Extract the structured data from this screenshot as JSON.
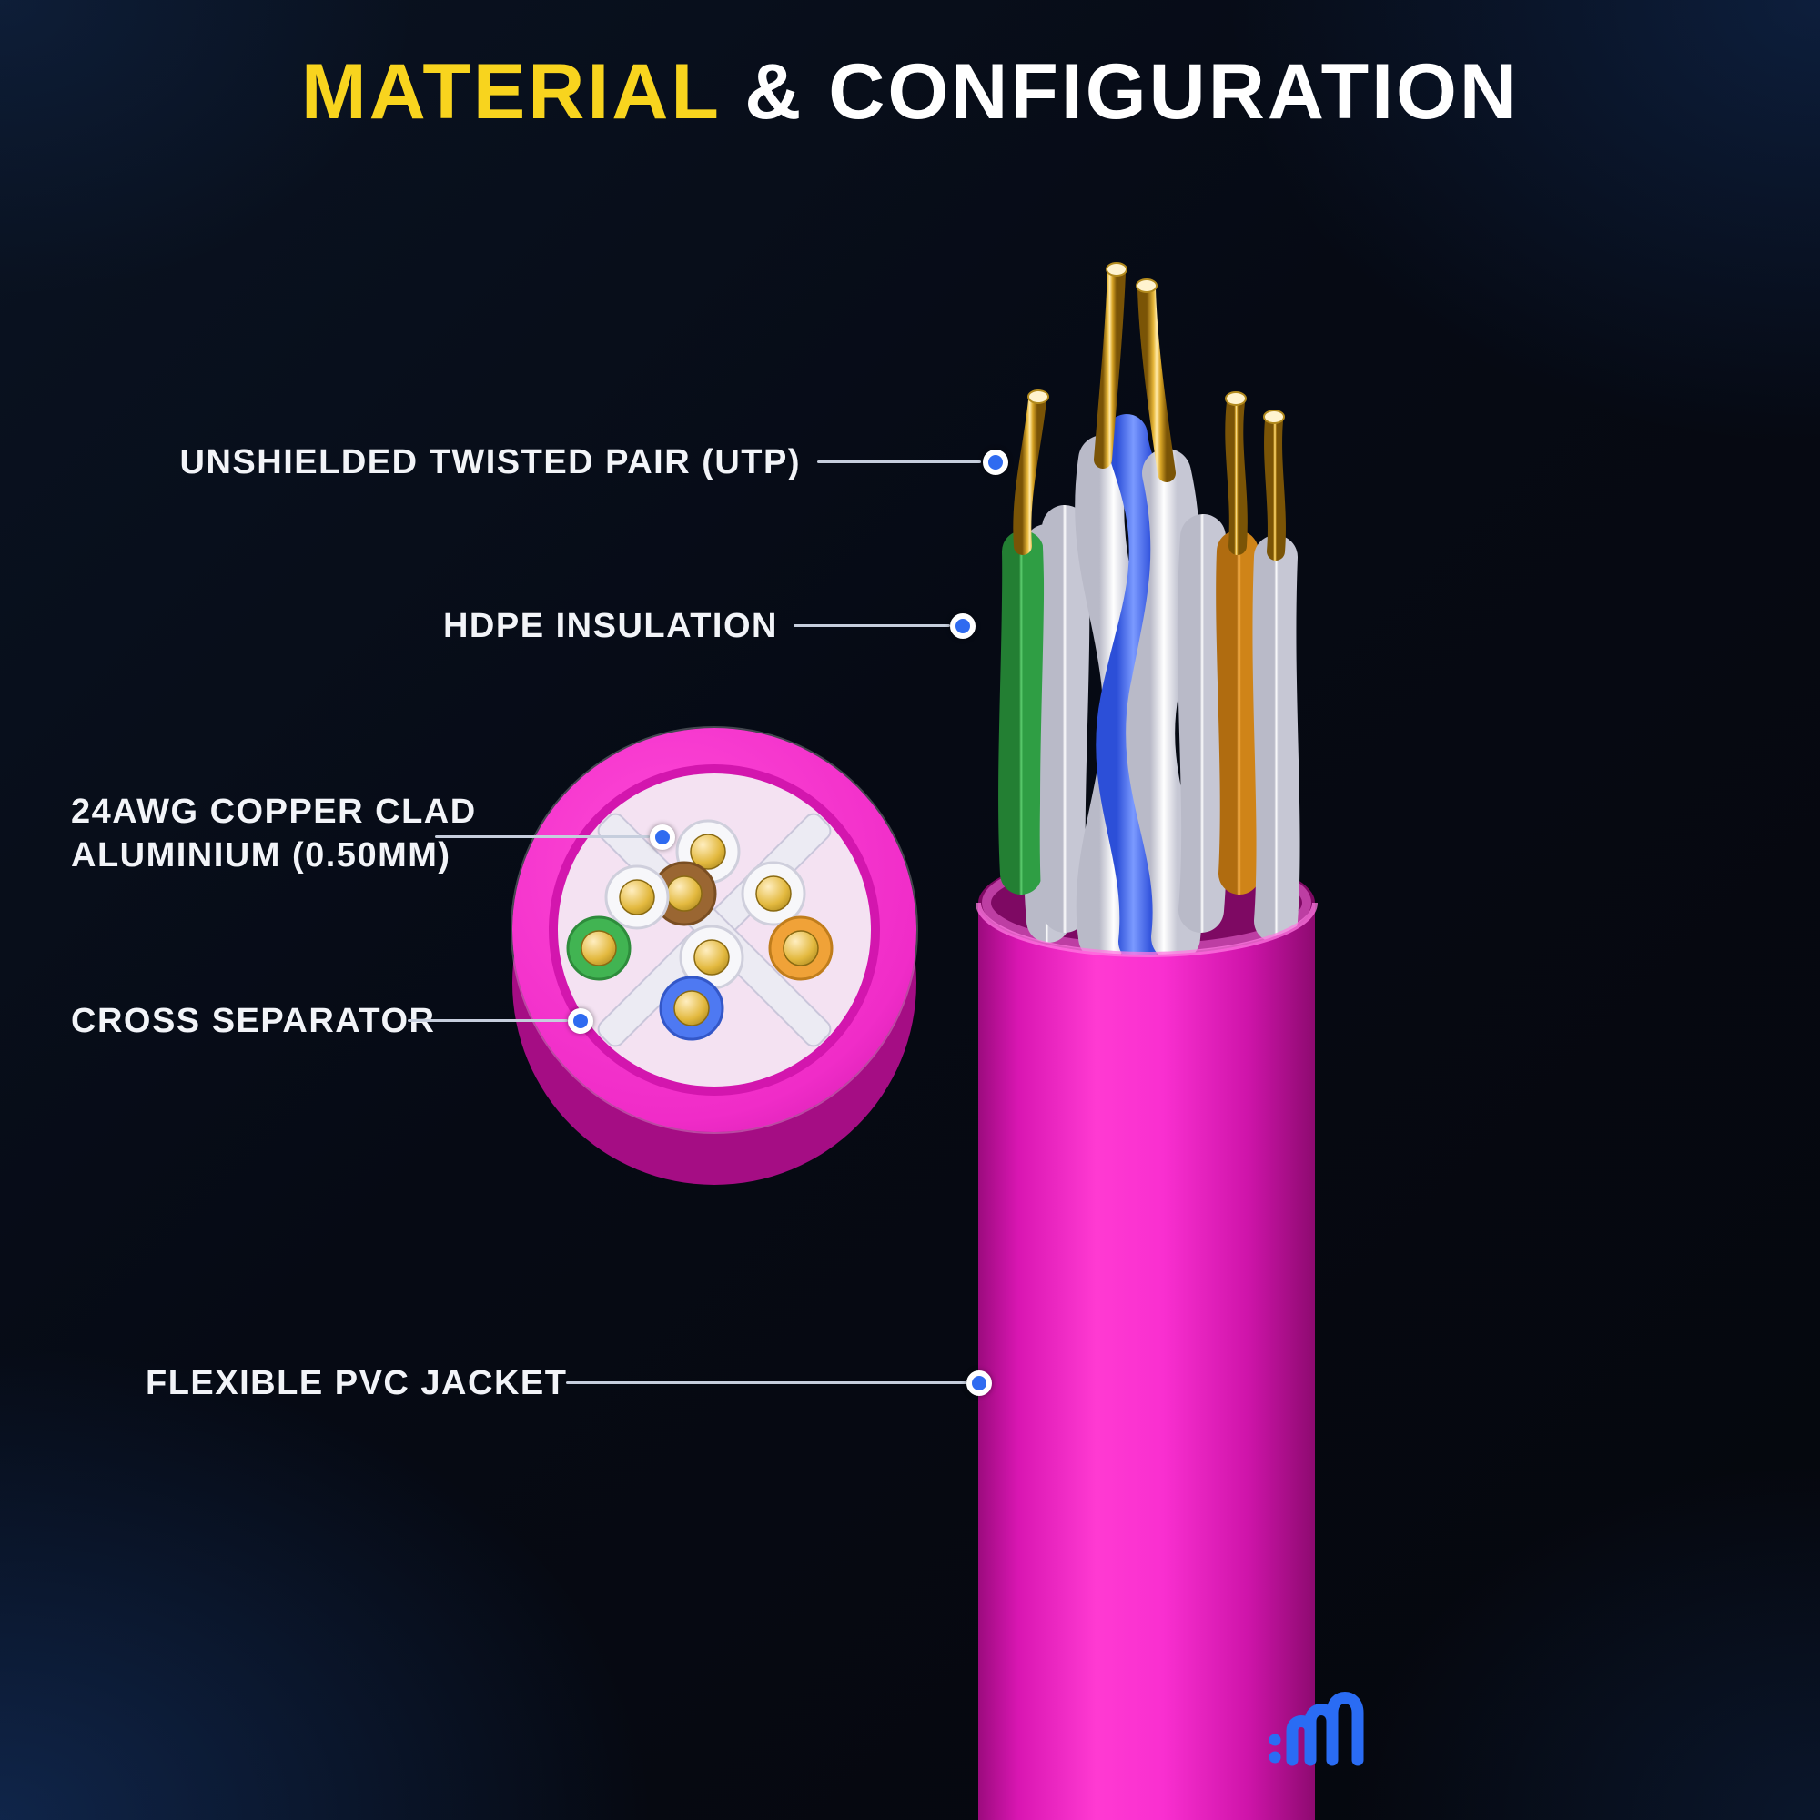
{
  "title": {
    "highlight": "MATERIAL",
    "rest": " & CONFIGURATION"
  },
  "labels": {
    "utp": "UNSHIELDED TWISTED PAIR (UTP)",
    "hdpe": "HDPE INSULATION",
    "awg_line1": "24AWG COPPER CLAD",
    "awg_line2": "ALUMINIUM (0.50MM)",
    "cross": "CROSS SEPARATOR",
    "jacket": "FLEXIBLE PVC JACKET"
  },
  "colors": {
    "title_highlight": "#F8D41E",
    "title_rest": "#FFFFFF",
    "background": "#05070D",
    "jacket_pink": "#EE22C4",
    "wire_blue": "#4A72F5",
    "wire_green": "#3CAE49",
    "wire_orange": "#E9962E",
    "wire_brown": "#9A6632",
    "wire_white": "#F4F4F6",
    "conductor_gold": "#D4A017",
    "callout_line": "#C6CEDD",
    "callout_dot": "#2F6BF0",
    "logo_blue": "#2A6CF4"
  }
}
